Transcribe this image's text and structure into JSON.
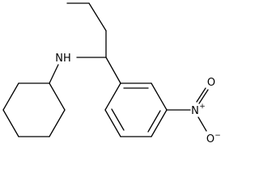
{
  "atoms": {
    "amine": "NH",
    "nitro_n": "N",
    "nitro_n_charge": "+",
    "nitro_o_upper": "O",
    "nitro_o_lower": "O",
    "nitro_o_charge": "−"
  }
}
